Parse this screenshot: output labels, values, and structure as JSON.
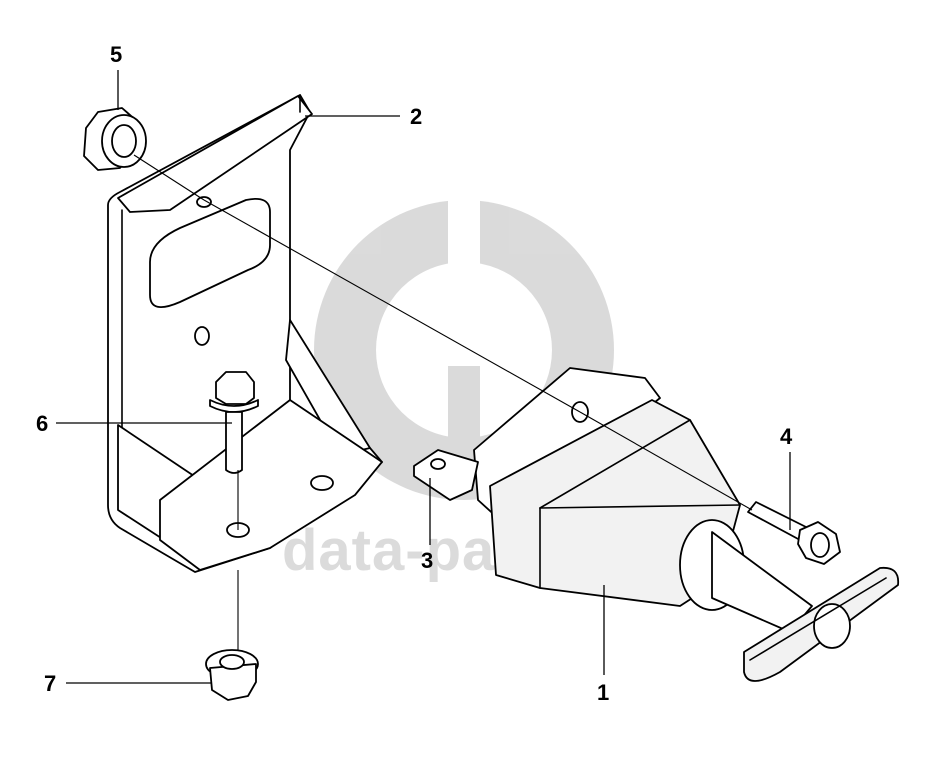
{
  "callouts": {
    "c1": "1",
    "c2": "2",
    "c3": "3",
    "c4": "4",
    "c5": "5",
    "c6": "6",
    "c7": "7"
  },
  "watermark": {
    "text": "data-parts",
    "color": "#cfcfcf"
  }
}
